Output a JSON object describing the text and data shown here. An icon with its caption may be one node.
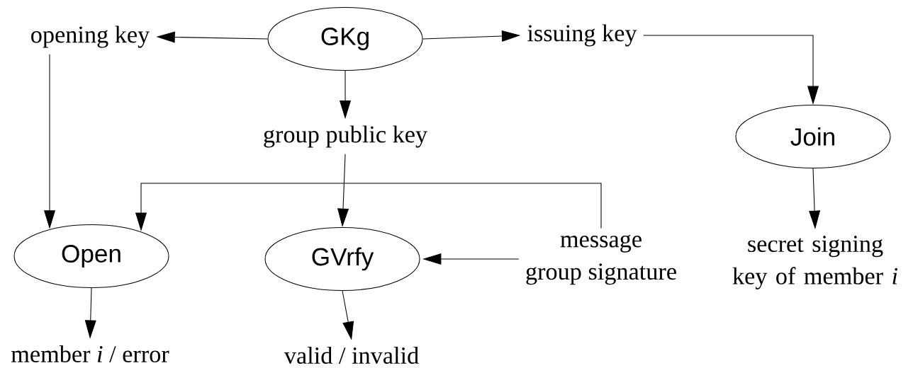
{
  "diagram": {
    "nodes": [
      {
        "text": [
          "GKg"
        ]
      },
      {
        "text": [
          "opening key"
        ]
      },
      {
        "text": [
          "issuing key"
        ]
      },
      {
        "text": [
          "group public key"
        ]
      },
      {
        "text": [
          "Join"
        ]
      },
      {
        "text": [
          "Open"
        ]
      },
      {
        "text": [
          "GVrfy"
        ]
      },
      {
        "text": [
          "message",
          "group signature"
        ]
      },
      {
        "text": [
          "secret signing key of member *i*"
        ]
      },
      {
        "text": [
          "member *i* / error"
        ]
      },
      {
        "text": [
          "valid / invalid"
        ]
      }
    ],
    "edges": [
      {
        "from": 0,
        "to": 1,
        "arrow": "to"
      },
      {
        "from": 0,
        "to": 2,
        "arrow": "to"
      },
      {
        "from": 0,
        "to": 3,
        "arrow": "to"
      },
      {
        "from": 2,
        "to": 4,
        "arrow": "to"
      },
      {
        "from": 1,
        "to": 5,
        "arrow": "to"
      },
      {
        "from": 3,
        "to": 6,
        "arrow": "to"
      },
      {
        "from": 7,
        "to": 5,
        "arrow": "to"
      },
      {
        "from": 7,
        "to": 6,
        "arrow": "to"
      },
      {
        "from": 4,
        "to": 8,
        "arrow": "to"
      },
      {
        "from": 5,
        "to": 9,
        "arrow": "to"
      },
      {
        "from": 6,
        "to": 10,
        "arrow": "to"
      }
    ]
  }
}
